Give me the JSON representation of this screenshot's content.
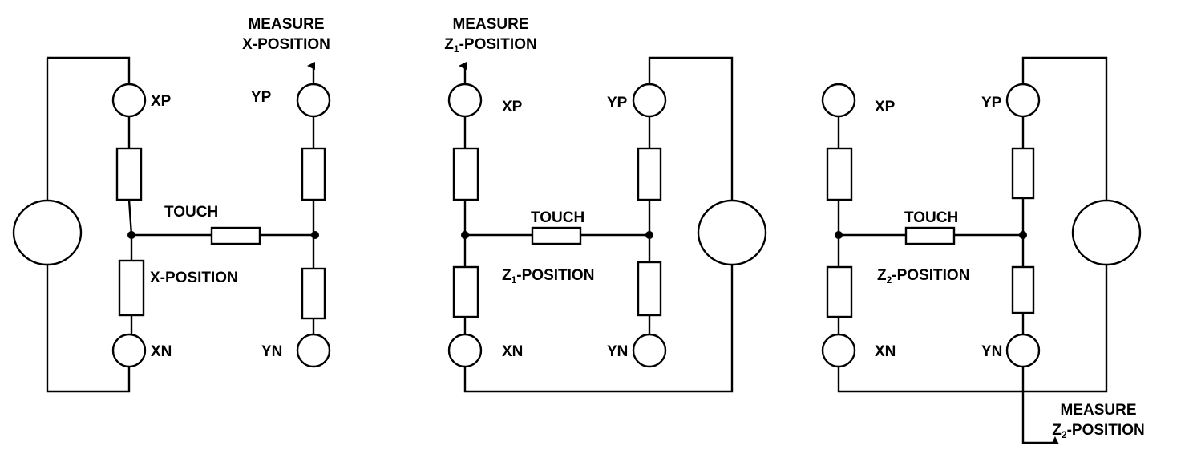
{
  "panels": [
    {
      "id": "x",
      "measure_line1": "MEASURE",
      "measure_line2": "X-POSITION",
      "terminals": {
        "xp": "XP",
        "yp": "YP",
        "xn": "XN",
        "yn": "YN"
      },
      "touch_label": "TOUCH",
      "position_label": "X-POSITION"
    },
    {
      "id": "z1",
      "measure_line1": "MEASURE",
      "measure_line2_prefix": "Z",
      "measure_line2_sub": "1",
      "measure_line2_suffix": "-POSITION",
      "terminals": {
        "xp": "XP",
        "yp": "YP",
        "xn": "XN",
        "yn": "YN"
      },
      "touch_label": "TOUCH",
      "position_prefix": "Z",
      "position_sub": "1",
      "position_suffix": "-POSITION"
    },
    {
      "id": "z2",
      "measure_line1": "MEASURE",
      "measure_line2_prefix": "Z",
      "measure_line2_sub": "2",
      "measure_line2_suffix": "-POSITION",
      "terminals": {
        "xp": "XP",
        "yp": "YP",
        "xn": "XN",
        "yn": "YN"
      },
      "touch_label": "TOUCH",
      "position_prefix": "Z",
      "position_sub": "2",
      "position_suffix": "-POSITION"
    }
  ]
}
